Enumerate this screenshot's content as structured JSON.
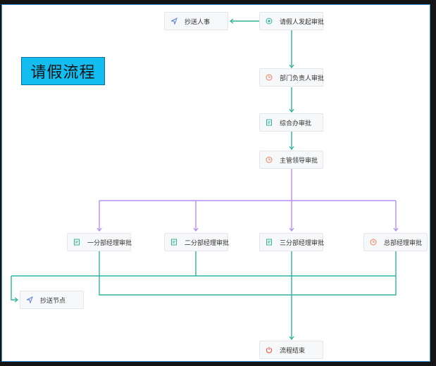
{
  "title": "请假流程",
  "colors": {
    "main_line": "#2fb39b",
    "branch_line": "#b38ef0",
    "title_bg": "#14bdf0",
    "icon_send": "#5b7fd6",
    "icon_start": "#2fb39b",
    "icon_clock": "#f07d5a",
    "icon_form": "#2fb39b",
    "icon_end": "#e8533f"
  },
  "nodes": {
    "copy_hr": {
      "label": "抄送人事",
      "icon": "send-icon"
    },
    "start": {
      "label": "请假人发起审批",
      "icon": "start-icon"
    },
    "dept_head": {
      "label": "部门负责人审批",
      "icon": "clock-icon"
    },
    "office": {
      "label": "综合办审批",
      "icon": "form-icon"
    },
    "leader": {
      "label": "主管领导审批",
      "icon": "clock-icon"
    },
    "branch1": {
      "label": "一分部经理审批",
      "icon": "form-icon"
    },
    "branch2": {
      "label": "二分部经理审批",
      "icon": "form-icon"
    },
    "branch3": {
      "label": "三分部经理审批",
      "icon": "form-icon"
    },
    "general": {
      "label": "总部经理审批",
      "icon": "clock-icon"
    },
    "copy_node": {
      "label": "抄送节点",
      "icon": "send-icon"
    },
    "end": {
      "label": "流程结束",
      "icon": "power-icon"
    }
  }
}
